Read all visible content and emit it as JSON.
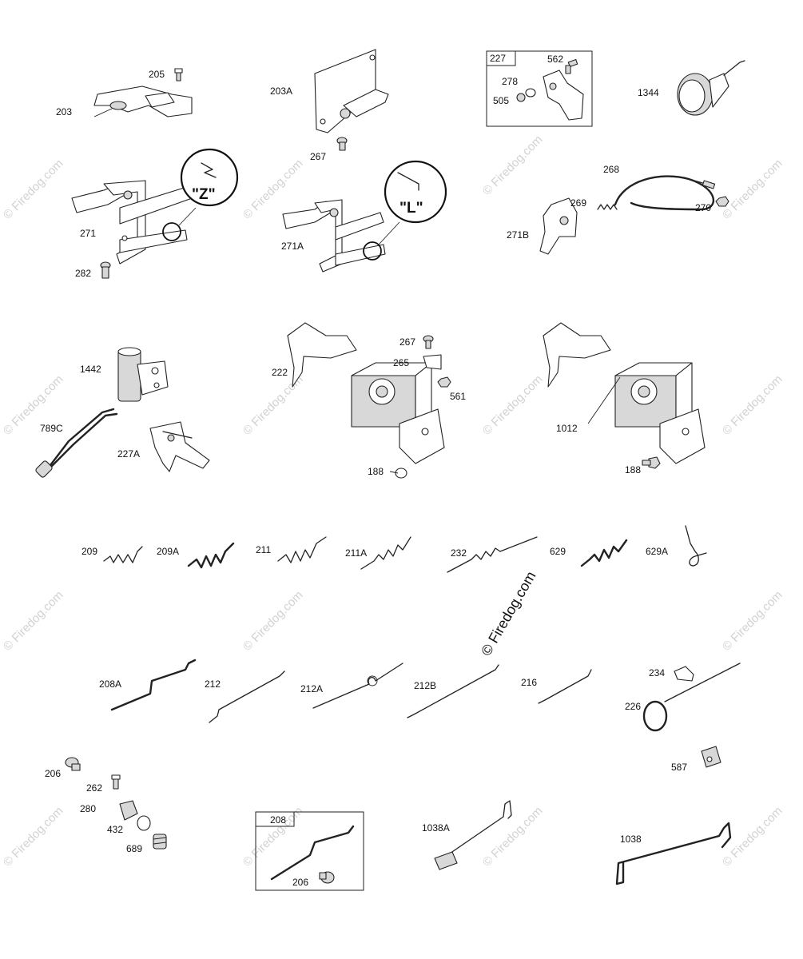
{
  "labels": {
    "p203": "203",
    "p205": "205",
    "p203A": "203A",
    "p267a": "267",
    "p227": "227",
    "p562": "562",
    "p278": "278",
    "p505": "505",
    "p1344": "1344",
    "p271": "271",
    "p282": "282",
    "p271A": "271A",
    "p268": "268",
    "p269": "269",
    "p270": "270",
    "p271B": "271B",
    "p1442": "1442",
    "p789C": "789C",
    "p227A": "227A",
    "p222": "222",
    "p267b": "267",
    "p265": "265",
    "p561": "561",
    "p188a": "188",
    "p1012": "1012",
    "p188b": "188",
    "p209": "209",
    "p209A": "209A",
    "p211": "211",
    "p211A": "211A",
    "p232": "232",
    "p629": "629",
    "p629A": "629A",
    "p208A": "208A",
    "p212": "212",
    "p212A": "212A",
    "p212B": "212B",
    "p216": "216",
    "p234": "234",
    "p226": "226",
    "p206a": "206",
    "p262": "262",
    "p280": "280",
    "p432": "432",
    "p689": "689",
    "p587": "587",
    "p208": "208",
    "p206b": "206",
    "p1038A": "1038A",
    "p1038": "1038"
  },
  "callouts": {
    "z": "\"Z\"",
    "l": "\"L\""
  },
  "watermark": {
    "text": "© Firedog.com"
  },
  "icons": {
    "bolt": "bolt-icon",
    "spring": "spring-icon",
    "wire": "wire-link-icon",
    "bracket": "bracket-icon"
  }
}
